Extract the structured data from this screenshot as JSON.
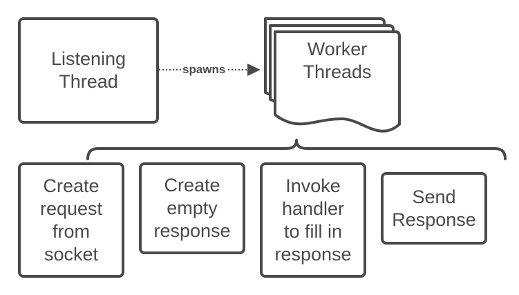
{
  "nodes": {
    "listening": {
      "text": "Listening\nThread"
    },
    "workers": {
      "text": "Worker\nThreads"
    },
    "create_request": {
      "text": "Create\nrequest\nfrom\nsocket"
    },
    "create_response": {
      "text": "Create\nempty\nresponse"
    },
    "invoke_handler": {
      "text": "Invoke\nhandler\nto fill in\nresponse"
    },
    "send_response": {
      "text": "Send\nResponse"
    }
  },
  "edges": {
    "spawns": {
      "label": "spawns"
    }
  },
  "colors": {
    "stroke": "#4a4a4a",
    "text": "#4a4a4a",
    "background": "#ffffff"
  }
}
